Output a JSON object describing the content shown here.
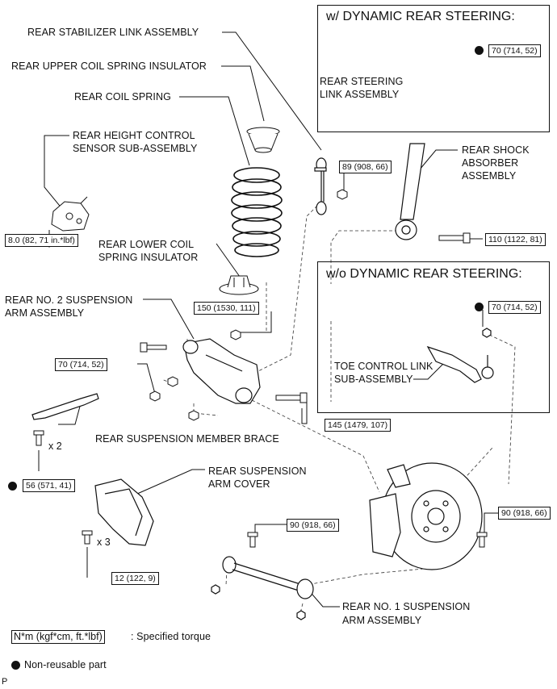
{
  "panels": {
    "dynamic": {
      "title": "w/ DYNAMIC REAR STEERING:"
    },
    "no_dynamic": {
      "title": "w/o DYNAMIC REAR STEERING:"
    }
  },
  "labels": {
    "stabilizer_link": "REAR STABILIZER LINK ASSEMBLY",
    "upper_insulator": "REAR UPPER COIL SPRING INSULATOR",
    "coil_spring": "REAR COIL SPRING",
    "height_sensor_1": "REAR HEIGHT CONTROL",
    "height_sensor_2": "SENSOR SUB-ASSEMBLY",
    "lower_insulator_1": "REAR LOWER COIL",
    "lower_insulator_2": "SPRING INSULATOR",
    "no2_arm_1": "REAR NO. 2 SUSPENSION",
    "no2_arm_2": "ARM ASSEMBLY",
    "member_brace": "REAR SUSPENSION MEMBER BRACE",
    "arm_cover_1": "REAR SUSPENSION",
    "arm_cover_2": "ARM COVER",
    "no1_arm_1": "REAR NO. 1 SUSPENSION",
    "no1_arm_2": "ARM ASSEMBLY",
    "shock_1": "REAR SHOCK",
    "shock_2": "ABSORBER",
    "shock_3": "ASSEMBLY",
    "steering_link_1": "REAR STEERING",
    "steering_link_2": "LINK ASSEMBLY",
    "toe_link_1": "TOE CONTROL LINK",
    "toe_link_2": "SUB-ASSEMBLY"
  },
  "torques": {
    "steering_nut": "70 (714, 52)",
    "toe_nut": "70 (714, 52)",
    "stabilizer_nut": "89 (908, 66)",
    "shock_bolt": "110 (1122, 81)",
    "sensor_nut": "8.0 (82, 71 in.*lbf)",
    "no2_upper_nut": "150 (1530, 111)",
    "no2_lower_nut": "70 (714, 52)",
    "no2_knuckle_bolt": "145 (1479, 107)",
    "brace_bolt": "56 (571, 41)",
    "cover_bolt": "12 (122, 9)",
    "no1_bolt_left": "90 (918, 66)",
    "no1_bolt_right": "90 (918, 66)"
  },
  "quantities": {
    "brace": "x 2",
    "cover": "x 3"
  },
  "legend": {
    "torque_unit": "N*m (kgf*cm, ft.*lbf)",
    "torque_text": ": Specified torque",
    "nonreusable_text": "Non-reusable part"
  },
  "corner_mark": "P"
}
